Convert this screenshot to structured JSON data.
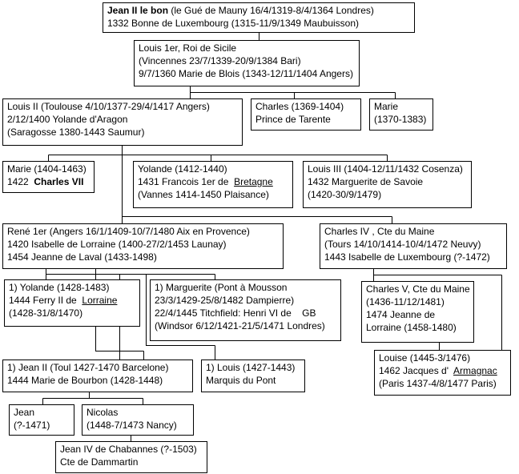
{
  "boxes": {
    "jean2": {
      "l1_name": "Jean II le bon",
      "l1_rest": " (le Gué de Mauny 16/4/1319-8/4/1364 Londres)",
      "l2": "1332 Bonne de Luxembourg (1315-11/9/1349 Maubuisson)"
    },
    "louis1": {
      "l1": "Louis 1er, Roi de Sicile",
      "l2": "(Vincennes 23/7/1339-20/9/1384 Bari)",
      "l3": "9/7/1360 Marie de Blois (1343-12/11/1404 Angers)"
    },
    "louis2": {
      "l1": "Louis II (Toulouse 4/10/1377-29/4/1417 Angers)",
      "l2": "2/12/1400 Yolande d'Aragon",
      "l3": "(Saragosse 1380-1443 Saumur)"
    },
    "charles_tarente": {
      "l1": "Charles (1369-1404)",
      "l2": "Prince de Tarente"
    },
    "marie1370": {
      "l1": "Marie",
      "l2": "(1370-1383)"
    },
    "marie1404": {
      "l1": "Marie (1404-1463)",
      "l2_pre": "1422  ",
      "l2_bold": "Charles VII"
    },
    "yolande1412": {
      "l1": "Yolande (1412-1440)",
      "l2_pre": "1431 Francois 1er de  ",
      "l2_u": "Bretagne",
      "l3": "(Vannes 1414-1450 Plaisance)"
    },
    "louis3": {
      "l1": "Louis III (1404-12/11/1432 Cosenza)",
      "l2": "1432 Marguerite de Savoie",
      "l3": "(1420-30/9/1479)"
    },
    "rene": {
      "l1": "René 1er (Angers 16/1/1409-10/7/1480 Aix en Provence)",
      "l2": "1420 Isabelle de Lorraine (1400-27/2/1453 Launay)",
      "l3": "1454 Jeanne de Laval (1433-1498)"
    },
    "charles4": {
      "l1": "Charles IV , Cte du Maine",
      "l2": "(Tours  14/10/1414-10/4/1472 Neuvy)",
      "l3": "1443 Isabelle de Luxembourg (?-1472)"
    },
    "yolande1428": {
      "l1": "1) Yolande (1428-1483)",
      "l2_pre": "1444 Ferry II de  ",
      "l2_u": "Lorraine",
      "l3": "(1428-31/8/1470)"
    },
    "marguerite": {
      "l1": "1) Marguerite  (Pont à Mousson",
      "l2": "23/3/1429-25/8/1482 Dampierre)",
      "l3": "22/4/1445 Titchfield: Henri VI de    GB",
      "l4": "(Windsor 6/12/1421-21/5/1471 Londres)"
    },
    "charles5": {
      "l1": "Charles V, Cte du Maine",
      "l2": "(1436-11/12/1481)",
      "l3": "1474 Jeanne de",
      "l4": "Lorraine (1458-1480)"
    },
    "louise": {
      "l1": "Louise (1445-3/1476)",
      "l2_pre": "1462 Jacques d'  ",
      "l2_u": "Armagnac",
      "l3": "(Paris 1437-4/8/1477 Paris)"
    },
    "jean2_toul": {
      "l1": "1) Jean II (Toul 1427-1470 Barcelone)",
      "l2": "1444 Marie de Bourbon (1428-1448)"
    },
    "louis1427": {
      "l1": "1) Louis (1427-1443)",
      "l2": "Marquis du Pont"
    },
    "jean_1471": {
      "l1": "Jean",
      "l2": "(?-1471)"
    },
    "nicolas": {
      "l1": "Nicolas",
      "l2": "(1448-7/1473 Nancy)"
    },
    "jean4": {
      "l1": "Jean IV de Chabannes (?-1503)",
      "l2": "Cte de Dammartin"
    }
  }
}
